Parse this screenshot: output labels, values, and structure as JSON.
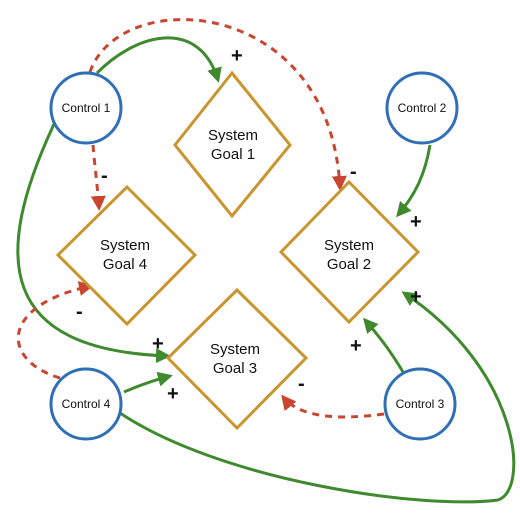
{
  "colors": {
    "positive": "#3f8a2e",
    "negative": "#c9452f",
    "goal_stroke": "#c9952e",
    "control_stroke": "#2f6fb5"
  },
  "goals": [
    {
      "id": "goal1",
      "line1": "System",
      "line2": "Goal 1"
    },
    {
      "id": "goal2",
      "line1": "System",
      "line2": "Goal 2"
    },
    {
      "id": "goal3",
      "line1": "System",
      "line2": "Goal 3"
    },
    {
      "id": "goal4",
      "line1": "System",
      "line2": "Goal 4"
    }
  ],
  "controls": [
    {
      "id": "control1",
      "label": "Control 1"
    },
    {
      "id": "control2",
      "label": "Control 2"
    },
    {
      "id": "control3",
      "label": "Control 3"
    },
    {
      "id": "control4",
      "label": "Control 4"
    }
  ],
  "links": [
    {
      "id": "c1-g1",
      "from": "Control 1",
      "to": "System Goal 1",
      "polarity": "positive",
      "sign": "+"
    },
    {
      "id": "c1-g2",
      "from": "Control 1",
      "to": "System Goal 2",
      "polarity": "negative",
      "sign": "-"
    },
    {
      "id": "c1-g4",
      "from": "Control 1",
      "to": "System Goal 4",
      "polarity": "negative",
      "sign": "-"
    },
    {
      "id": "c1-g3",
      "from": "Control 1",
      "to": "System Goal 3",
      "polarity": "positive",
      "sign": "+"
    },
    {
      "id": "c2-g2",
      "from": "Control 2",
      "to": "System Goal 2",
      "polarity": "positive",
      "sign": "+"
    },
    {
      "id": "c3-g2",
      "from": "Control 3",
      "to": "System Goal 2",
      "polarity": "positive",
      "sign": "+"
    },
    {
      "id": "c3-g3",
      "from": "Control 3",
      "to": "System Goal 3",
      "polarity": "negative",
      "sign": "-"
    },
    {
      "id": "c4-g3",
      "from": "Control 4",
      "to": "System Goal 3",
      "polarity": "positive",
      "sign": "+"
    },
    {
      "id": "c4-g4",
      "from": "Control 4",
      "to": "System Goal 4",
      "polarity": "negative",
      "sign": "-"
    },
    {
      "id": "c4-g2",
      "from": "Control 4",
      "to": "System Goal 2",
      "polarity": "positive",
      "sign": "+"
    }
  ]
}
